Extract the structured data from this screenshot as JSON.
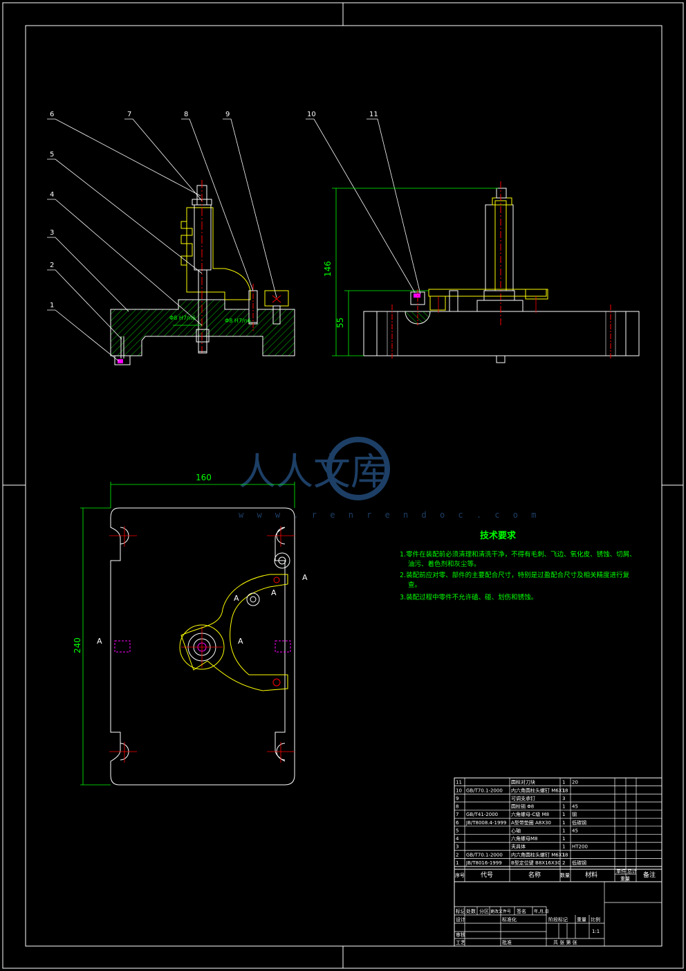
{
  "balloons": [
    "1",
    "2",
    "3",
    "4",
    "5",
    "6",
    "7",
    "8",
    "9",
    "10",
    "11"
  ],
  "dimensions": {
    "height_total": "146",
    "height_base": "55",
    "plate_width": "160",
    "plate_length": "240"
  },
  "fits": {
    "fit_left": "Φ8 H7/n6",
    "fit_right": "Φ8 H7/n6"
  },
  "section_marks": {
    "a": "A"
  },
  "watermark": {
    "text": "人人文库",
    "url": "w w w . r e n r e n d o c . c o m"
  },
  "tech": {
    "title": "技术要求",
    "lines": [
      "1.零件在装配前必须清理和清洗干净，不得有毛刺、飞边、氧化皮、锈蚀、切屑、",
      "油污、着色剂和灰尘等。",
      "2.装配前应对零、部件的主要配合尺寸，特别是过盈配合尺寸及相关精度进行复",
      "查。",
      "3.装配过程中零件不允许磕、碰、划伤和锈蚀。"
    ]
  },
  "bom": {
    "rows": [
      {
        "no": "11",
        "code": "",
        "name": "圆柱对刀块",
        "qty": "1",
        "mat": "20"
      },
      {
        "no": "10",
        "code": "GB/T70.1-2000",
        "name": "内六角圆柱头螺钉 M6X18",
        "qty": "1",
        "mat": ""
      },
      {
        "no": "9",
        "code": "",
        "name": "可调支承钉",
        "qty": "3",
        "mat": ""
      },
      {
        "no": "8",
        "code": "",
        "name": "圆柱销 Φ8",
        "qty": "1",
        "mat": "45"
      },
      {
        "no": "7",
        "code": "GB/T41-2000",
        "name": "六角螺母-C级 M8",
        "qty": "1",
        "mat": "钢"
      },
      {
        "no": "6",
        "code": "JB/T8008.4-1999",
        "name": "A型带垫圈 A8X30",
        "qty": "1",
        "mat": "低碳钢"
      },
      {
        "no": "5",
        "code": "",
        "name": "心轴",
        "qty": "1",
        "mat": "45"
      },
      {
        "no": "4",
        "code": "",
        "name": "六角螺母M8",
        "qty": "1",
        "mat": ""
      },
      {
        "no": "3",
        "code": "",
        "name": "夹具体",
        "qty": "1",
        "mat": "HT200"
      },
      {
        "no": "2",
        "code": "GB/T70.1-2000",
        "name": "内六角圆柱头螺钉 M6X18",
        "qty": "1",
        "mat": ""
      },
      {
        "no": "1",
        "code": "JB/T8016-1999",
        "name": "B型定位键 B8X16X30",
        "qty": "2",
        "mat": "低碳钢"
      }
    ],
    "headers": {
      "no": "序号",
      "code": "代号",
      "name": "名称",
      "qty": "数量",
      "mat": "材料",
      "unit": "单件",
      "total": "总计",
      "weight": "重量",
      "remark": "备注"
    },
    "title_block": {
      "mark": "标记",
      "count": "处数",
      "zone": "分区",
      "change": "更改文件号",
      "sign": "签名",
      "date": "年,月,日",
      "design": "设计",
      "standard": "标准化",
      "review": "审核",
      "process": "工艺",
      "approve": "批准",
      "stage": "阶段标记",
      "weight": "重量",
      "scale": "比例",
      "scale_value": "1:1",
      "sheets": "共 张 第 张"
    }
  }
}
